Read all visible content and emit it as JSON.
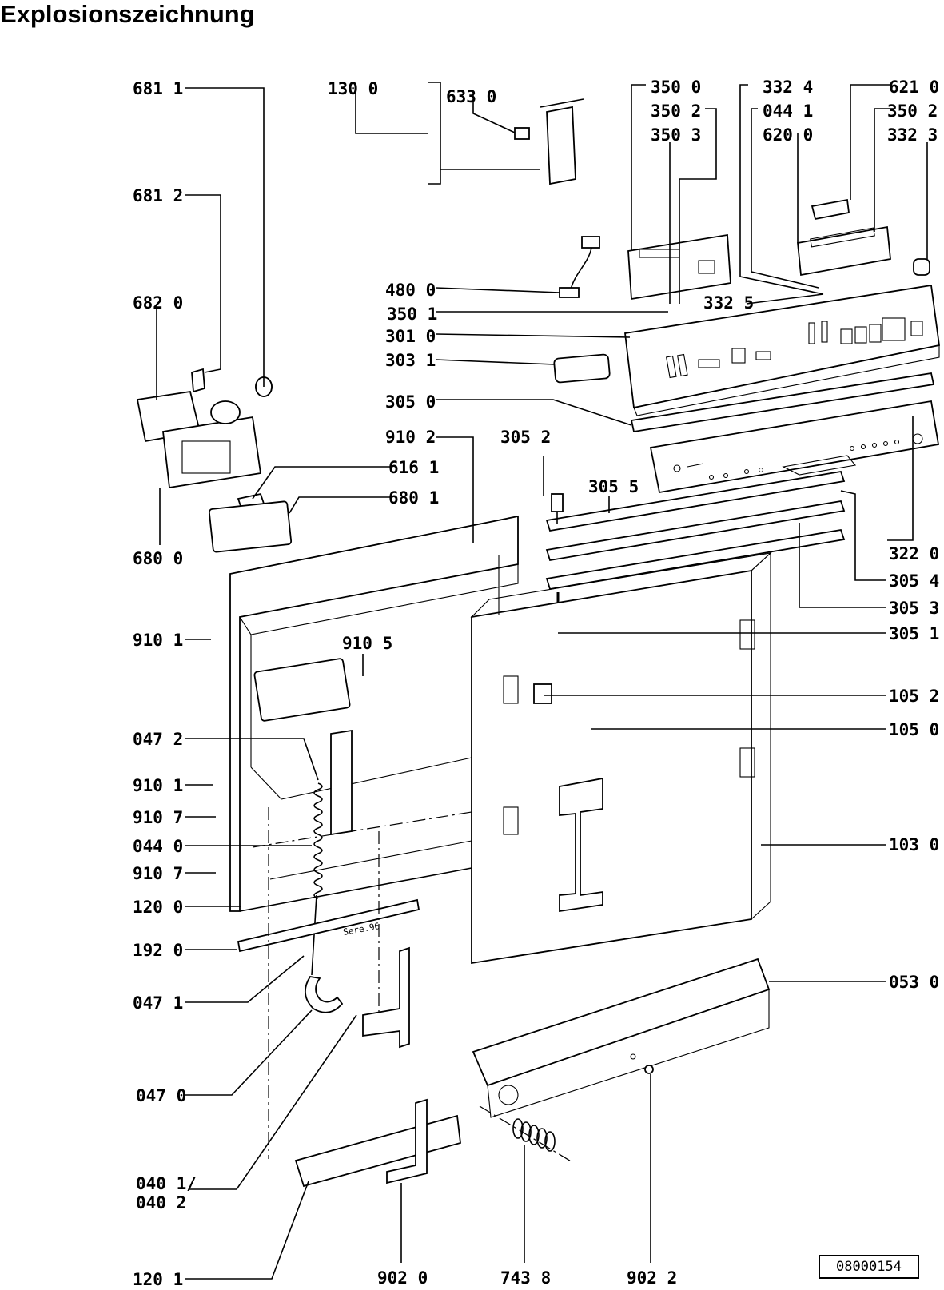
{
  "title": "Explosionszeichnung",
  "document_number": "08000154",
  "part_marking": "Sere.96",
  "labels": {
    "l6811": "681 1",
    "l1300": "130 0",
    "l6330": "633 0",
    "l3500": "350 0",
    "l3502a": "350 2",
    "l3503": "350 3",
    "l3324": "332 4",
    "l0441": "044 1",
    "l6200": "620 0",
    "l6210": "621 0",
    "l3502b": "350 2",
    "l3323": "332 3",
    "l6812": "681 2",
    "l4800": "480 0",
    "l3501": "350 1",
    "l3325": "332 5",
    "l6820": "682 0",
    "l3010": "301 0",
    "l3031": "303 1",
    "l3050": "305 0",
    "l9102": "910 2",
    "l3052": "305 2",
    "l6161": "616 1",
    "l6801": "680 1",
    "l3055": "305 5",
    "l6800": "680 0",
    "l3220": "322 0",
    "l3054": "305 4",
    "l3053": "305 3",
    "l9101a": "910 1",
    "l9105": "910 5",
    "l3051": "305 1",
    "l1052": "105 2",
    "l0472": "047 2",
    "l1050": "105 0",
    "l9101b": "910 1",
    "l9107a": "910 7",
    "l0440": "044 0",
    "l9107b": "910 7",
    "l1030": "103 0",
    "l1200": "120 0",
    "l1920": "192 0",
    "l0471": "047 1",
    "l0530": "053 0",
    "l0470": "047 0",
    "l0401": "040 1/",
    "l0402": "040 2",
    "l1201": "120 1",
    "l9020": "902 0",
    "l7438": "743 8",
    "l9022": "902 2"
  }
}
